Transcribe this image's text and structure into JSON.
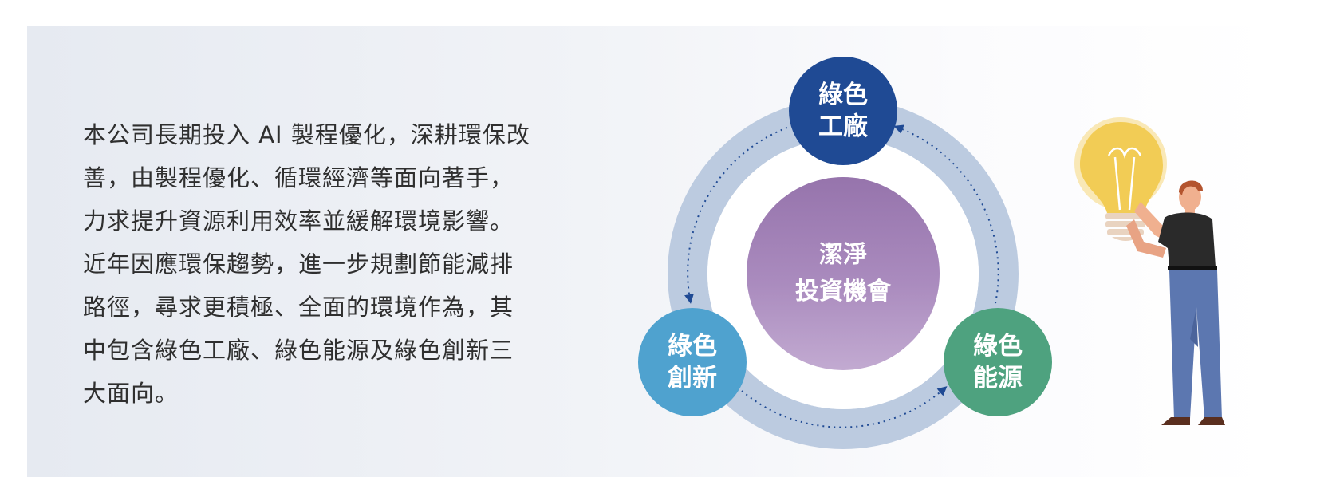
{
  "intro": {
    "lines": [
      "本公司長期投入 AI 製程優化，深耕環保改",
      "善，由製程優化、循環經濟等面向著手，",
      "力求提升資源利用效率並緩解環境影響。",
      "近年因應環保趨勢，進一步規劃節能減排",
      "路徑，尋求更積極、全面的環境作為，其",
      "中包含綠色工廠、綠色能源及綠色創新三",
      "大面向。"
    ]
  },
  "diagram": {
    "center": {
      "line1": "潔淨",
      "line2": "投資機會",
      "color": "#9a78b0"
    },
    "factory": {
      "line1": "綠色",
      "line2": "工廠",
      "color": "#1f4a94"
    },
    "innovation": {
      "line1": "綠色",
      "line2": "創新",
      "color": "#4fa2cf"
    },
    "energy": {
      "line1": "綠色",
      "line2": "能源",
      "color": "#4ea27f"
    },
    "ring_color": "#bccbe0",
    "arrow_color": "#1f4a94"
  },
  "illustration": {
    "description_icon": "person-holding-lightbulb-icon"
  }
}
